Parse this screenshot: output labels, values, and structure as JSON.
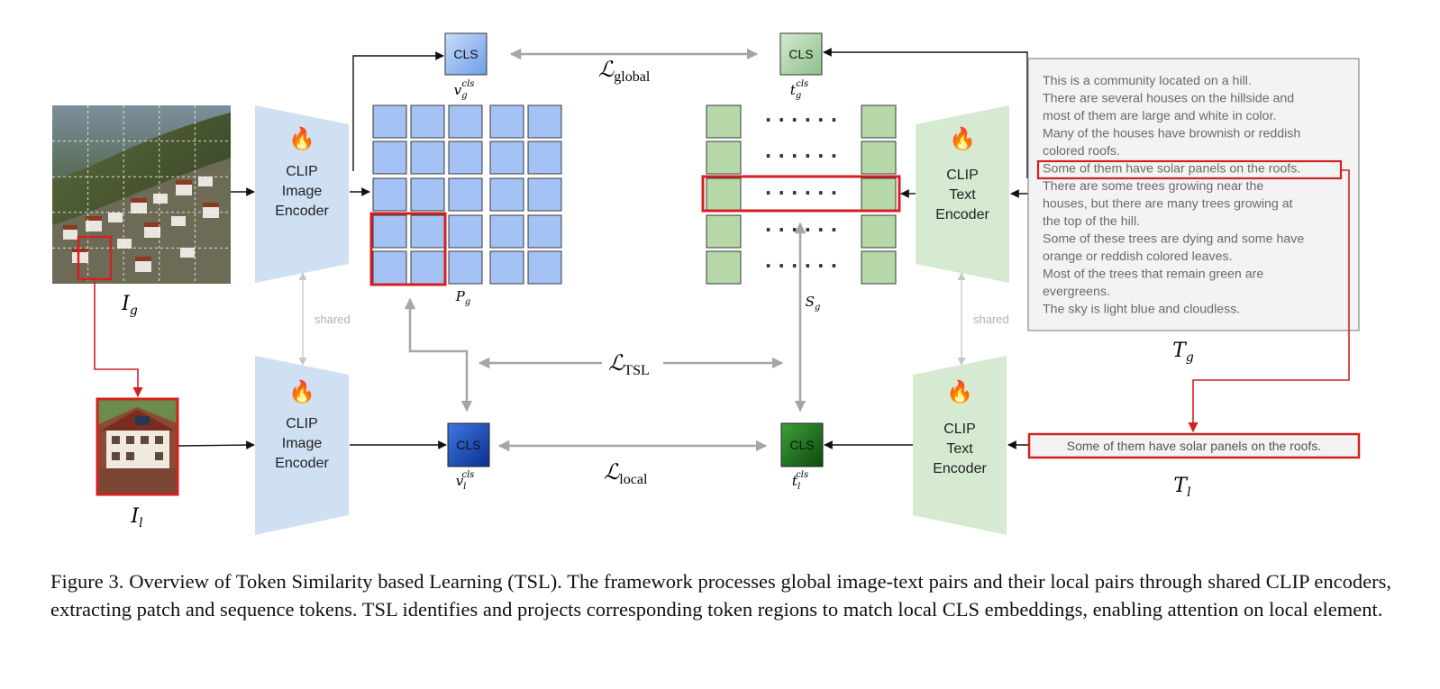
{
  "labels": {
    "cls": "CLS",
    "encoder_image": [
      "CLIP",
      "Image",
      "Encoder"
    ],
    "encoder_text": [
      "CLIP",
      "Text",
      "Encoder"
    ],
    "shared": "shared",
    "flame": "🔥",
    "dots": "· · · · · ·",
    "I_g": "I",
    "I_g_sub": "g",
    "I_l": "I",
    "I_l_sub": "l",
    "T_g": "T",
    "T_g_sub": "g",
    "T_l": "T",
    "T_l_sub": "l",
    "P_g": "P",
    "P_g_sub": "g",
    "S_g": "S",
    "S_g_sub": "g",
    "v": "v",
    "t": "t",
    "sub_g": "g",
    "sub_l": "l",
    "sup_cls": "cls",
    "L": "ℒ",
    "L_global_sub": "global",
    "L_tsl_sub": "TSL",
    "L_local_sub": "local"
  },
  "global_text_lines": [
    "This is a community located on a hill.",
    "There are several houses on the hillside and",
    "most of them are large and white in color.",
    "Many of the houses have brownish or reddish",
    "colored roofs.",
    "Some of them have solar panels on the roofs.",
    "There are some trees growing near the",
    "houses, but there are many trees growing at",
    "the top of the hill.",
    "Some of these trees are dying and some have",
    "orange or reddish colored leaves.",
    "Most of the trees that remain green are",
    "evergreens.",
    "The sky is light blue and cloudless."
  ],
  "local_text": "Some of them have solar panels on the roofs.",
  "caption": "Figure 3.  Overview of Token Similarity based Learning (TSL). The framework processes global image-text pairs and their local pairs through shared CLIP encoders, extracting patch and sequence tokens. TSL identifies and projects corresponding token regions to match local CLS embeddings, enabling attention on local element.",
  "colors": {
    "image_blue": "#a4c2f4",
    "image_blue_dark": "#1f55c8",
    "text_green": "#b6d7a8",
    "text_green_dark": "#1e7a1e",
    "encoder_blue": "#cfe0f3",
    "encoder_green": "#d5ead0",
    "highlight_red": "#d42020",
    "arrow_gray": "#a5a5a5",
    "text_box_bg": "#f3f3f3"
  }
}
